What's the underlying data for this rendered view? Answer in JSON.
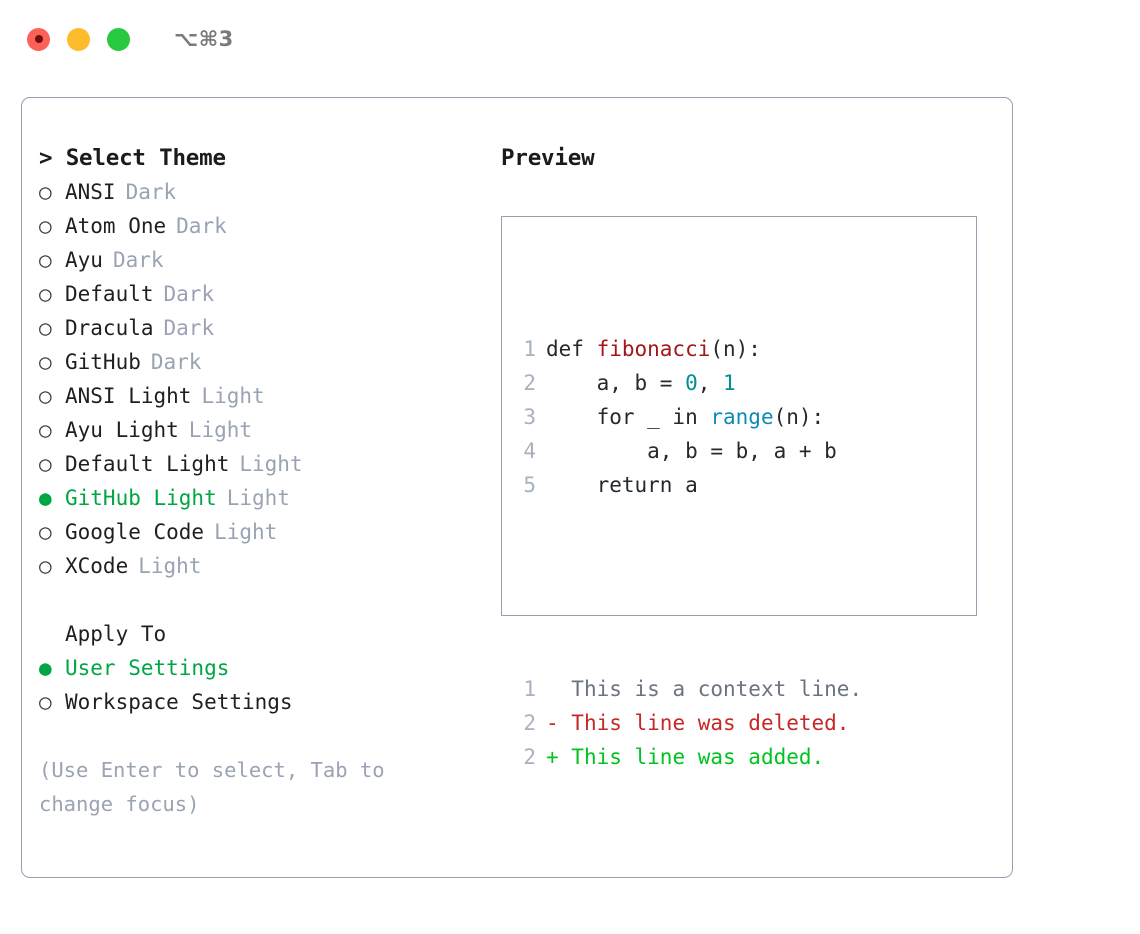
{
  "window": {
    "title": "⌥⌘3",
    "traffic_lights": [
      {
        "name": "close",
        "color": "#fb6159"
      },
      {
        "name": "minimize",
        "color": "#fdbc2c"
      },
      {
        "name": "maximize",
        "color": "#28c83f"
      }
    ]
  },
  "colors": {
    "accent_green": "#00a544",
    "muted": "#9aa3b4",
    "border": "#96a0b1",
    "text": "#1f1f1f",
    "diff_add": "#00c31f",
    "diff_del": "#c62828",
    "syntax_fn": "#a3171a",
    "syntax_num": "#008e8e",
    "syntax_builtin": "#0d8bb5"
  },
  "left": {
    "title": "> Select Theme",
    "themes": [
      {
        "marker": "○",
        "name": "ANSI",
        "variant": "Dark",
        "selected": false
      },
      {
        "marker": "○",
        "name": "Atom One",
        "variant": "Dark",
        "selected": false
      },
      {
        "marker": "○",
        "name": "Ayu",
        "variant": "Dark",
        "selected": false
      },
      {
        "marker": "○",
        "name": "Default",
        "variant": "Dark",
        "selected": false
      },
      {
        "marker": "○",
        "name": "Dracula",
        "variant": "Dark",
        "selected": false
      },
      {
        "marker": "○",
        "name": "GitHub",
        "variant": "Dark",
        "selected": false
      },
      {
        "marker": "○",
        "name": "ANSI Light",
        "variant": "Light",
        "selected": false
      },
      {
        "marker": "○",
        "name": "Ayu Light",
        "variant": "Light",
        "selected": false
      },
      {
        "marker": "○",
        "name": "Default Light",
        "variant": "Light",
        "selected": false
      },
      {
        "marker": "●",
        "name": "GitHub Light",
        "variant": "Light",
        "selected": true
      },
      {
        "marker": "○",
        "name": "Google Code",
        "variant": "Light",
        "selected": false
      },
      {
        "marker": "○",
        "name": "XCode",
        "variant": "Light",
        "selected": false
      }
    ],
    "apply_to": {
      "title": "Apply To",
      "options": [
        {
          "marker": "●",
          "label": "User Settings",
          "selected": true
        },
        {
          "marker": "○",
          "label": "Workspace Settings",
          "selected": false
        }
      ]
    },
    "hint": "(Use Enter to select, Tab to change focus)"
  },
  "right": {
    "title": "Preview",
    "code_lines": [
      {
        "num": "1",
        "tokens": [
          {
            "t": "def ",
            "c": "plain"
          },
          {
            "t": "fibonacci",
            "c": "fn"
          },
          {
            "t": "(n):",
            "c": "plain"
          }
        ]
      },
      {
        "num": "2",
        "tokens": [
          {
            "t": "    a, b = ",
            "c": "plain"
          },
          {
            "t": "0",
            "c": "num"
          },
          {
            "t": ", ",
            "c": "plain"
          },
          {
            "t": "1",
            "c": "num"
          }
        ]
      },
      {
        "num": "3",
        "tokens": [
          {
            "t": "    for _ in ",
            "c": "plain"
          },
          {
            "t": "range",
            "c": "builtin"
          },
          {
            "t": "(n):",
            "c": "plain"
          }
        ]
      },
      {
        "num": "4",
        "tokens": [
          {
            "t": "        a, b = b, a + b",
            "c": "plain"
          }
        ]
      },
      {
        "num": "5",
        "tokens": [
          {
            "t": "    return a",
            "c": "plain"
          }
        ]
      }
    ],
    "diff_lines": [
      {
        "num": "1",
        "sign": " ",
        "text": " This is a context line.",
        "kind": "ctx"
      },
      {
        "num": "2",
        "sign": "-",
        "text": " This line was deleted.",
        "kind": "del"
      },
      {
        "num": "2",
        "sign": "+",
        "text": " This line was added.",
        "kind": "add"
      }
    ]
  }
}
